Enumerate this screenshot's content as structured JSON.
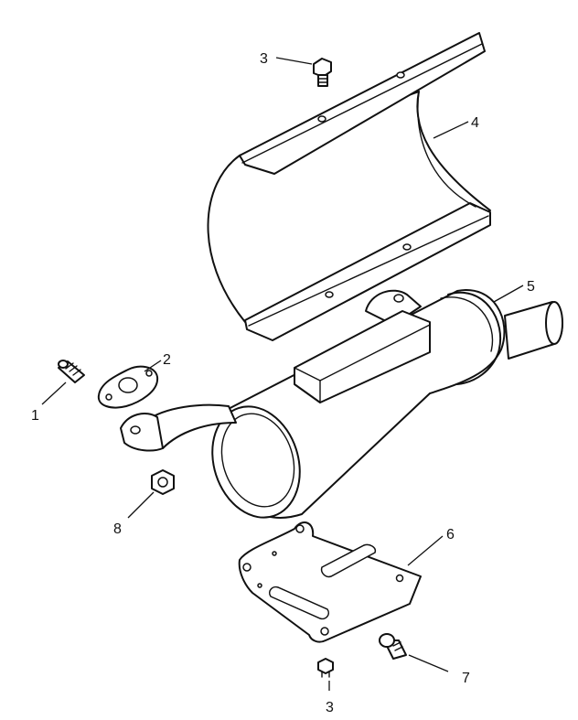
{
  "callouts": {
    "c1": "1",
    "c2": "2",
    "c3_top": "3",
    "c4": "4",
    "c5": "5",
    "c6": "6",
    "c7": "7",
    "c8": "8",
    "c3_bottom": "3"
  },
  "colors": {
    "line": "#111111",
    "background": "#ffffff"
  }
}
